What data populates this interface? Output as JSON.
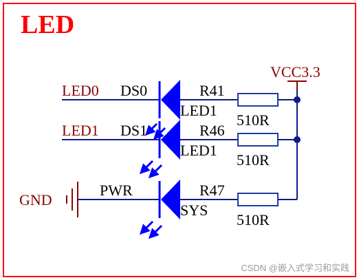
{
  "title": "LED",
  "nets": {
    "led0": "LED0",
    "led1": "LED1",
    "gnd": "GND",
    "vcc": "VCC3.3"
  },
  "designators": {
    "ds0": "DS0",
    "ds1": "DS1",
    "pwr": "PWR",
    "r41": "R41",
    "r46": "R46",
    "r47": "R47"
  },
  "part_labels": {
    "led_a": "LED1",
    "led_b": "LED1",
    "sys": "SYS"
  },
  "resistor_values": {
    "r41": "510R",
    "r46": "510R",
    "r47": "510R"
  },
  "watermark": "CSDN @嵌入式学习和实践",
  "colors": {
    "border": "#ff0000",
    "title": "#ff0000",
    "wire": "#0d1a8c",
    "component": "#0000ff",
    "resistor": "#1e3ca0",
    "label": "#8b0000",
    "text": "#000000",
    "power": "#8b0000"
  }
}
